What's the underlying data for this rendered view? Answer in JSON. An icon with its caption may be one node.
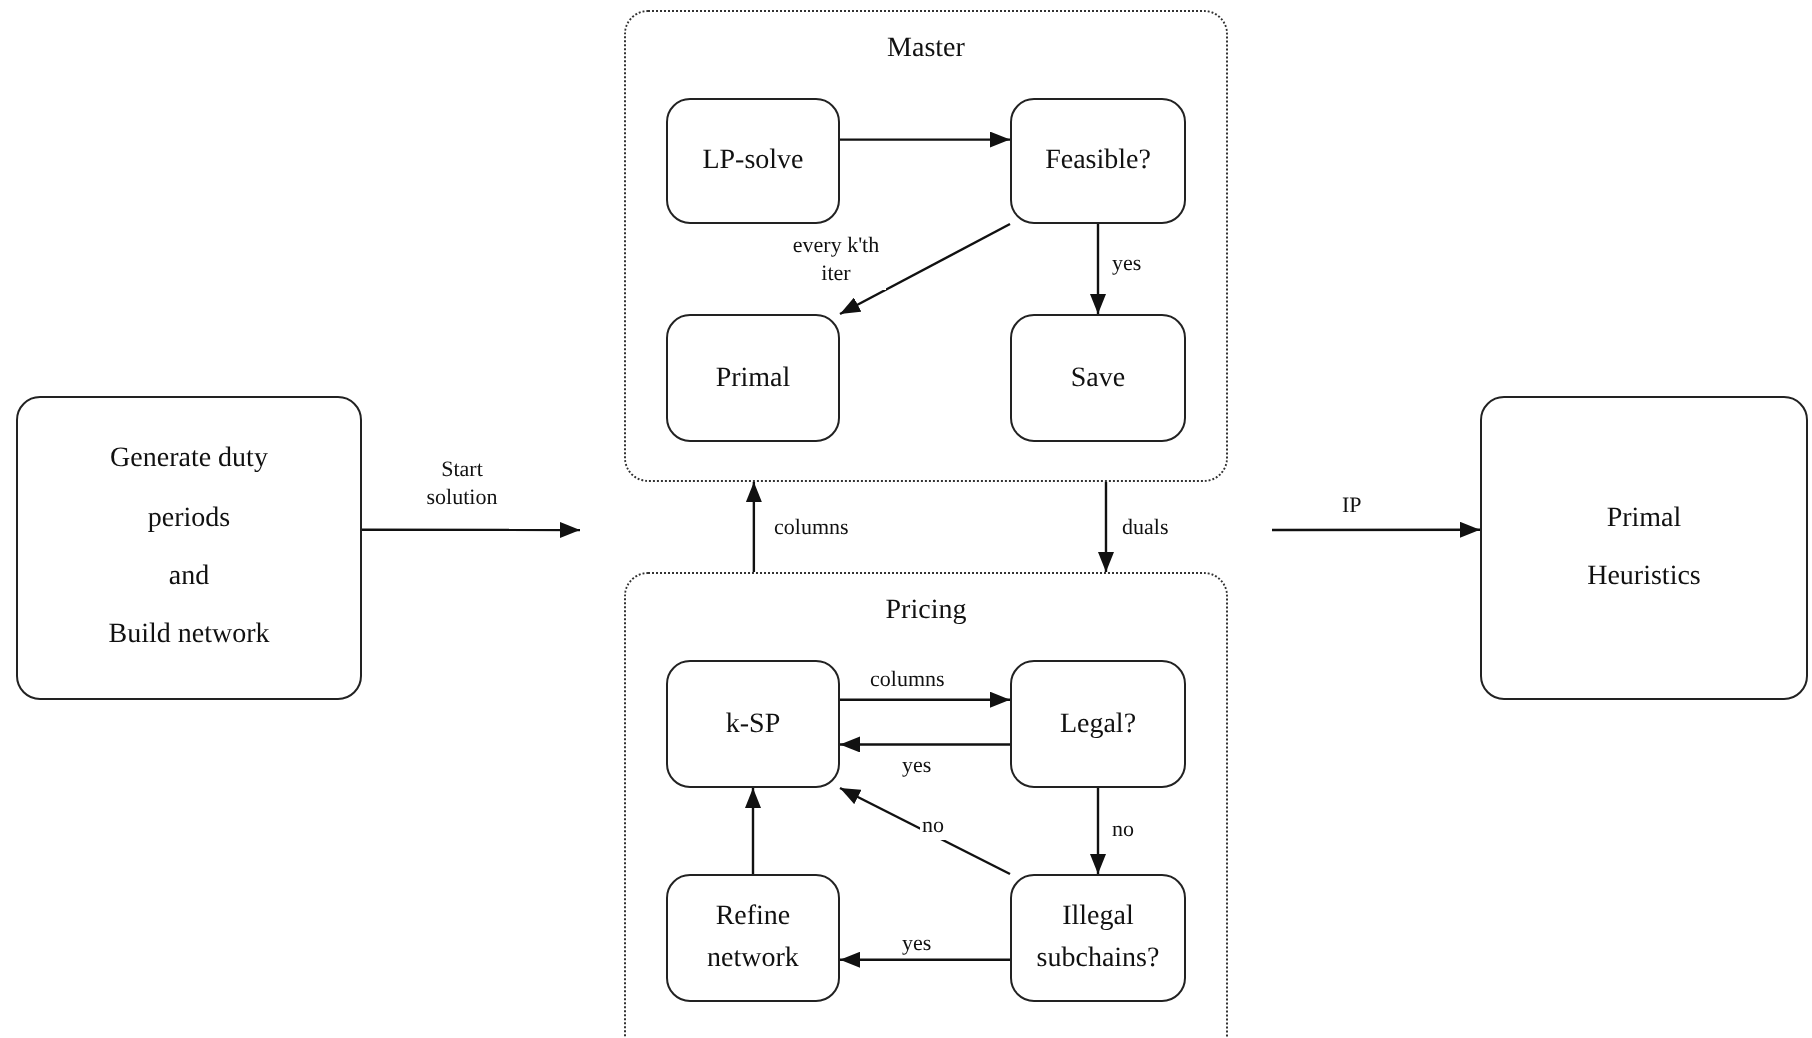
{
  "diagram": {
    "nodes": [
      {
        "text": [
          "Master"
        ]
      },
      {
        "text": [
          "LP-solve"
        ],
        "in": 0
      },
      {
        "text": [
          "Feasible?"
        ],
        "in": 0
      },
      {
        "text": [
          "Primal"
        ],
        "in": 0
      },
      {
        "text": [
          "Save"
        ],
        "in": 0
      },
      {
        "text": [
          "Pricing"
        ]
      },
      {
        "text": [
          "k-SP"
        ],
        "in": 5
      },
      {
        "text": [
          "Legal?"
        ],
        "in": 5
      },
      {
        "text": [
          "Refine network"
        ],
        "in": 5
      },
      {
        "text": [
          "Illegal subchains?"
        ],
        "in": 5
      },
      {
        "text": [
          "Generate duty periods",
          "and",
          "Build network"
        ]
      },
      {
        "text": [
          "Primal Heuristics"
        ]
      }
    ],
    "edges": [
      {
        "from": 1,
        "to": 2,
        "arrow": "to"
      },
      {
        "from": 2,
        "to": 3,
        "arrow": "to",
        "label": "every k'th iter"
      },
      {
        "from": 2,
        "to": 4,
        "arrow": "to",
        "label": "yes"
      },
      {
        "from": 10,
        "to": null,
        "arrow": "to",
        "label": "Start solution"
      },
      {
        "from": 5,
        "to": 0,
        "arrow": "to",
        "label": "columns"
      },
      {
        "from": 0,
        "to": 5,
        "arrow": "to",
        "label": "duals"
      },
      {
        "from": null,
        "to": 11,
        "arrow": "to",
        "label": "IP"
      },
      {
        "from": 6,
        "to": 7,
        "arrow": "to",
        "label": "columns"
      },
      {
        "from": 7,
        "to": 6,
        "arrow": "to",
        "label": "yes"
      },
      {
        "from": 7,
        "to": 9,
        "arrow": "to",
        "label": "no"
      },
      {
        "from": 9,
        "to": 6,
        "arrow": "to",
        "label": "no"
      },
      {
        "from": 9,
        "to": 8,
        "arrow": "to",
        "label": "yes"
      },
      {
        "from": 8,
        "to": 6,
        "arrow": "to"
      }
    ]
  }
}
